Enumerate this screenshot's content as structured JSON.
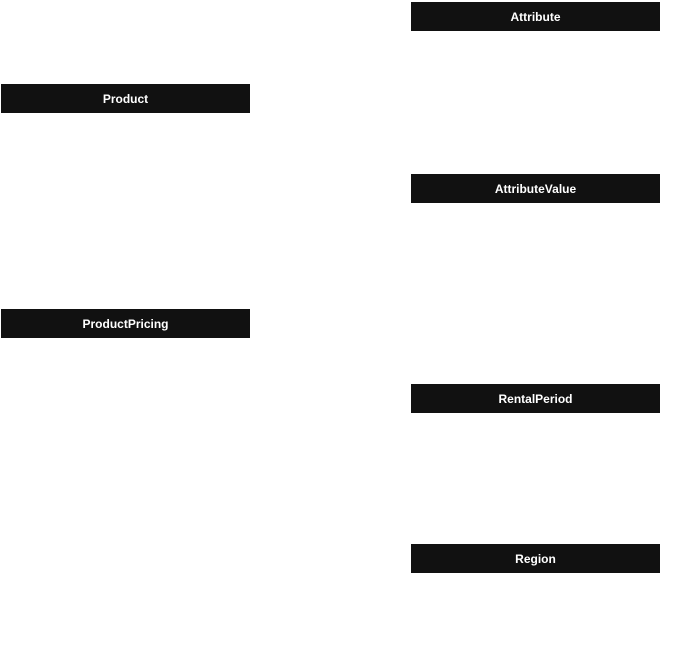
{
  "entities": {
    "product": {
      "title": "Product"
    },
    "product_pricing": {
      "title": "ProductPricing"
    },
    "attribute": {
      "title": "Attribute"
    },
    "attribute_value": {
      "title": "AttributeValue"
    },
    "rental_period": {
      "title": "RentalPeriod"
    },
    "region": {
      "title": "Region"
    }
  },
  "colors": {
    "header_background": "#111111",
    "header_text": "#ffffff",
    "canvas_background": "#ffffff"
  }
}
